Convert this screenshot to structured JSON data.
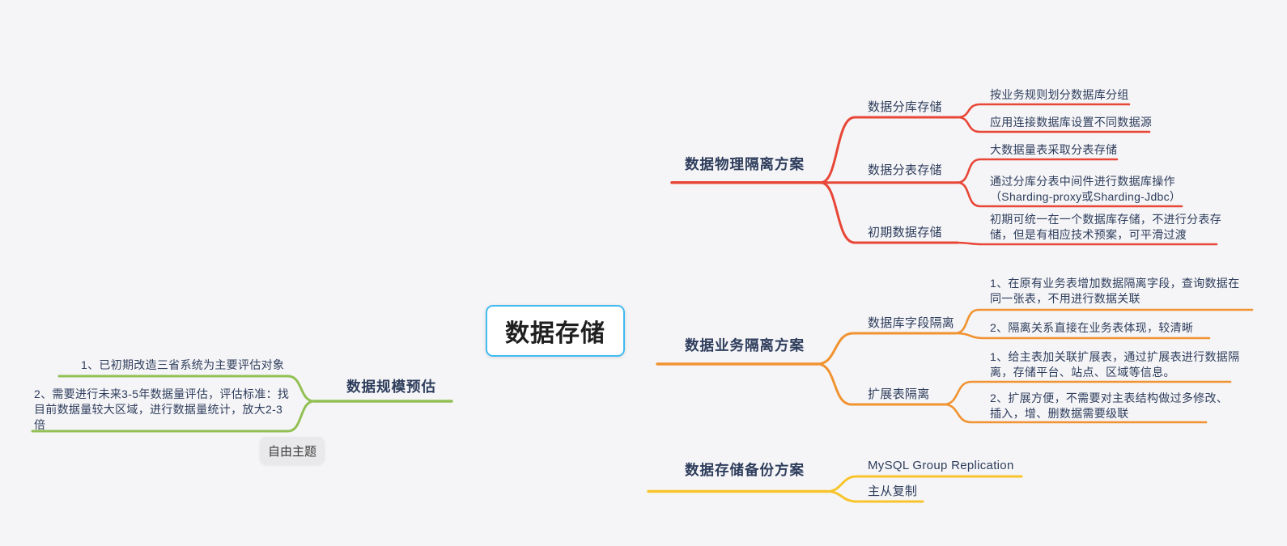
{
  "theme": {
    "background": "#f5f5f7",
    "text_color": "#2e3d5c",
    "root_border_color": "#41bbf1",
    "root_text_color": "#1f1f1f",
    "free_topic_bg": "#e9e9eb"
  },
  "mindmap": {
    "root": {
      "label": "数据存储"
    },
    "free_topic": {
      "label": "自由主题"
    },
    "branches": [
      {
        "label": "数据物理隔离方案",
        "color": "#e84637",
        "children": [
          {
            "label": "数据分库存储",
            "children": [
              {
                "label": "按业务规则划分数据库分组"
              },
              {
                "label": "应用连接数据库设置不同数据源"
              }
            ]
          },
          {
            "label": "数据分表存储",
            "children": [
              {
                "label": "大数据量表采取分表存储"
              },
              {
                "label": "通过分库分表中间件进行数据库操作（Sharding-proxy或Sharding-Jdbc）"
              }
            ]
          },
          {
            "label": "初期数据存储",
            "children": [
              {
                "label": "初期可统一在一个数据库存储，不进行分表存储，但是有相应技术预案，可平滑过渡"
              }
            ]
          }
        ]
      },
      {
        "label": "数据业务隔离方案",
        "color": "#f09330",
        "children": [
          {
            "label": "数据库字段隔离",
            "children": [
              {
                "label": "1、在原有业务表增加数据隔离字段，查询数据在同一张表，不用进行数据关联"
              },
              {
                "label": "2、隔离关系直接在业务表体现，较清晰"
              }
            ]
          },
          {
            "label": "扩展表隔离",
            "children": [
              {
                "label": "1、给主表加关联扩展表，通过扩展表进行数据隔离，存储平台、站点、区域等信息。"
              },
              {
                "label": "2、扩展方便，不需要对主表结构做过多修改、插入，增、删数据需要级联"
              }
            ]
          }
        ]
      },
      {
        "label": "数据存储备份方案",
        "color": "#f8c42c",
        "children": [
          {
            "label": "MySQL Group Replication"
          },
          {
            "label": "主从复制"
          }
        ]
      },
      {
        "label": "数据规模预估",
        "color": "#92c053",
        "children": [
          {
            "label": "1、已初期改造三省系统为主要评估对象"
          },
          {
            "label": "2、需要进行未来3-5年数据量评估，评估标准：找目前数据量较大区域，进行数据量统计，放大2-3倍"
          }
        ]
      }
    ]
  }
}
